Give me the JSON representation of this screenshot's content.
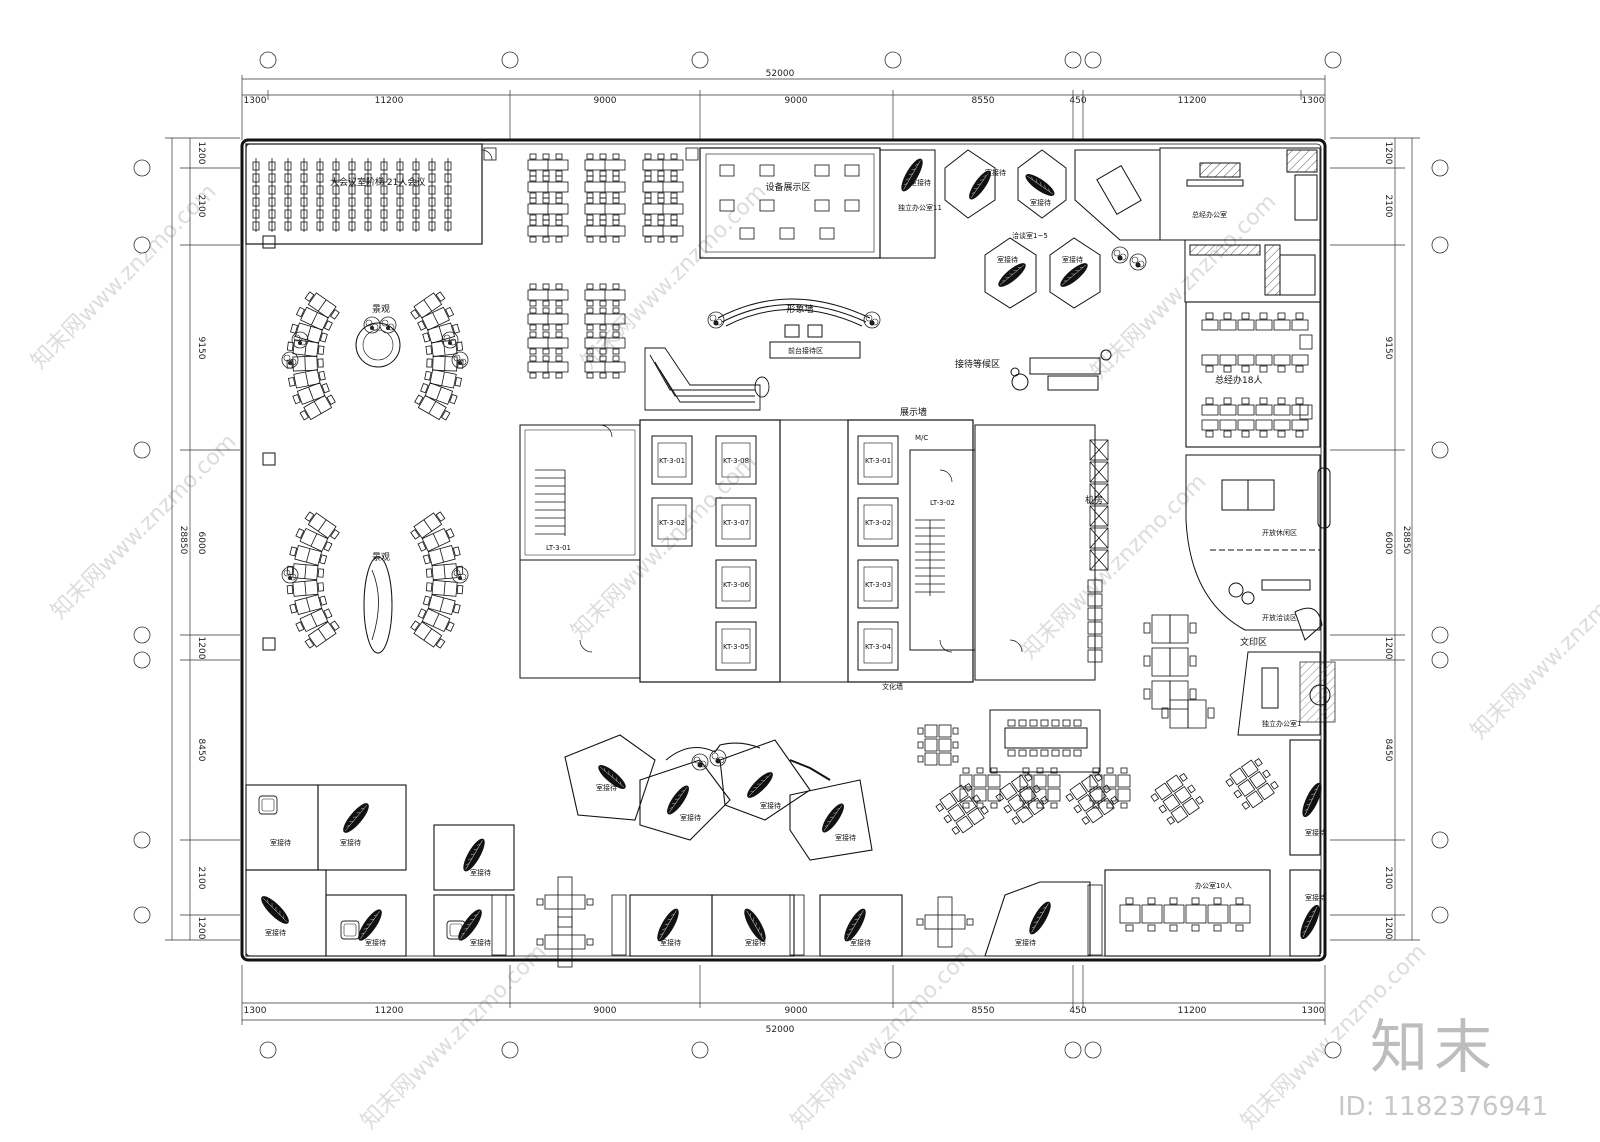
{
  "dimensions": {
    "total": "52000",
    "top_segments": [
      "1300",
      "11200",
      "9000",
      "9000",
      "8550",
      "450",
      "11200",
      "1300"
    ],
    "left_segments": [
      "1200",
      "2100",
      "9150",
      "6000",
      "1200",
      "8450",
      "2100",
      "1200"
    ],
    "left_total": "28850",
    "right_segments": [
      "1200",
      "2100",
      "9150",
      "6000",
      "1200",
      "8450",
      "2100",
      "1200"
    ],
    "right_total": "28850"
  },
  "rooms": {
    "conference_large": "大会议室阶梯\n21人会议",
    "equipment_display": "设备展示区",
    "image_wall": "形象墙",
    "reception_desk": "前台接待区",
    "reception_waiting": "接待等候区",
    "display_wall": "展示墙",
    "general_office": "总经办18人",
    "open_leisure": "开放休闲区",
    "open_negotiation": "开放洽谈区",
    "print_area": "文印区",
    "independent_office_1": "独立办公室1",
    "office_10": "办公室10人",
    "negotiation_1_5": "洽谈室1~5",
    "independent_office_11": "独立办公室11",
    "gm_office": "总经办公室",
    "landscape": "景观",
    "machine_room": "机房",
    "stair_1": "LT-3-01",
    "stair_2": "LT-3-02",
    "culture_wall": "文化墙",
    "toilet_label": "M/C",
    "room_generic": "室接待"
  },
  "elevators": {
    "left_col": [
      "KT-3-01",
      "KT-3-02"
    ],
    "mid_col": [
      "KT-3-08",
      "KT-3-07",
      "KT-3-06",
      "KT-3-05"
    ],
    "right_col": [
      "KT-3-01",
      "KT-3-02",
      "KT-3-03",
      "KT-3-04"
    ]
  },
  "watermark": {
    "site_text": "知末网www.znzmo.com",
    "brand": "知末",
    "image_id": "ID: 1182376941"
  }
}
